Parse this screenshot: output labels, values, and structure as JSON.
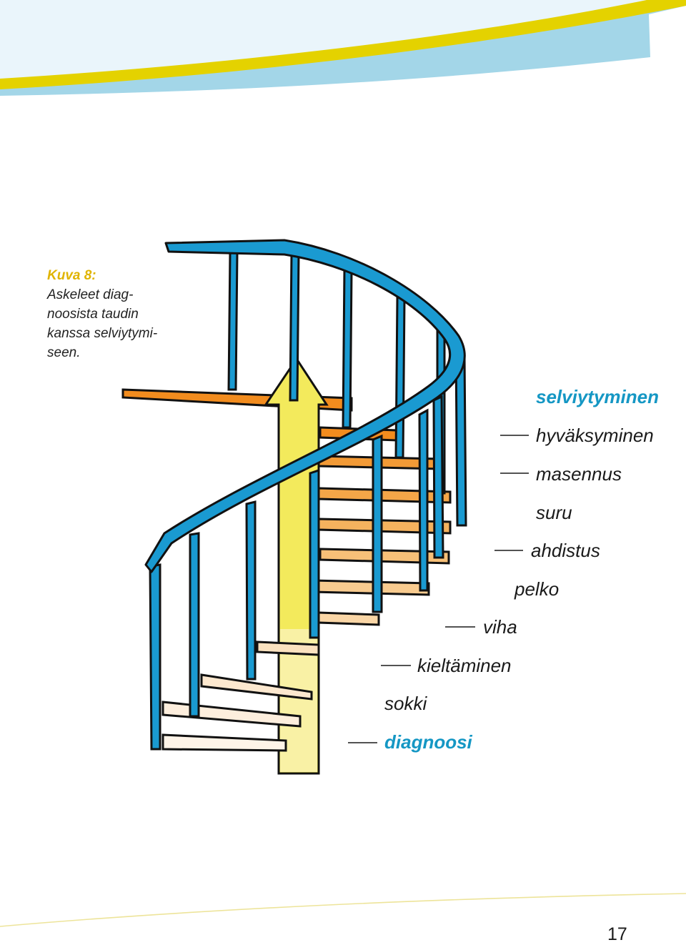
{
  "caption": {
    "title": "Kuva 8:",
    "lines": [
      "Askeleet diag-",
      "noosista taudin",
      "kanssa selviytymi-",
      "seen."
    ]
  },
  "stages": {
    "selviytyminen": "selviytyminen",
    "hyvaksyminen": "hyväksyminen",
    "masennus": "masennus",
    "suru": "suru",
    "ahdistus": "ahdistus",
    "pelko": "pelko",
    "viha": "viha",
    "kieltaminen": "kieltäminen",
    "sokki": "sokki",
    "diagnoosi": "diagnoosi"
  },
  "page_number": "17",
  "colors": {
    "accent_blue": "#1597c4",
    "accent_yellow": "#e0b400",
    "railing_blue": "#1a9ad1",
    "banner_yellow": "#e4d200",
    "banner_light_blue": "#a3d6e8",
    "arrow_yellow": "#f3ea5c",
    "step_orange": "#f28c1e"
  }
}
